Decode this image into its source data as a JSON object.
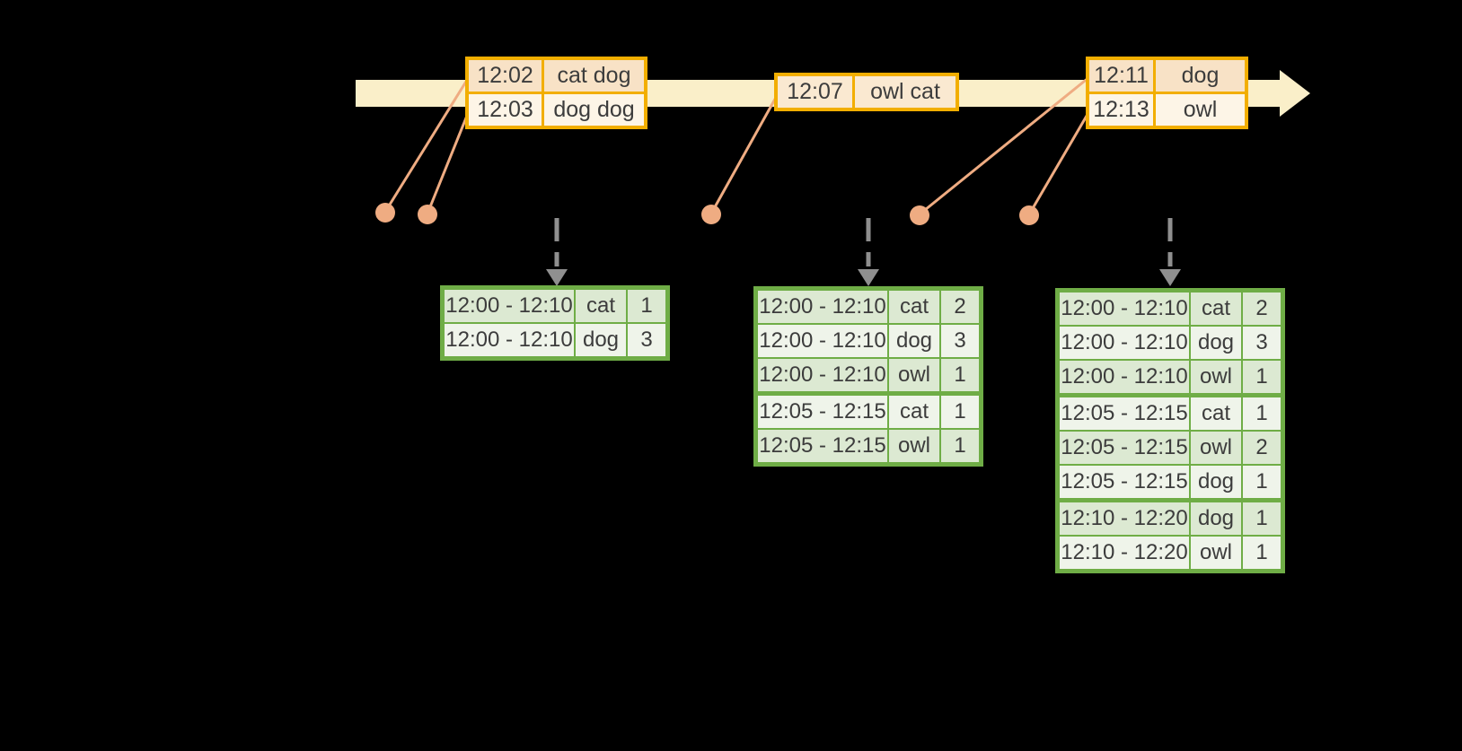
{
  "colors": {
    "background": "#000000",
    "timeline_band": "#faefc9",
    "event_table_border": "#f2ae00",
    "event_row_dark": "#f8e2c6",
    "event_row_light": "#fdf5e7",
    "event_row_single": "#fae9d1",
    "connector": "#efac82",
    "result_table_border": "#6fad46",
    "result_row_dark": "#dce9d2",
    "result_row_light": "#eff4ea",
    "dashed_arrow": "#8f8f8f",
    "text": "#3c3c3c"
  },
  "icons": {
    "timeline_arrow": "right-arrow",
    "drop_arrow": "dashed-down-arrow",
    "event_marker": "dot"
  },
  "event_tables": [
    {
      "rows": [
        {
          "time": "12:02",
          "words": "cat dog"
        },
        {
          "time": "12:03",
          "words": "dog dog"
        }
      ]
    },
    {
      "rows": [
        {
          "time": "12:07",
          "words": "owl cat"
        }
      ]
    },
    {
      "rows": [
        {
          "time": "12:11",
          "words": "dog"
        },
        {
          "time": "12:13",
          "words": "owl"
        }
      ]
    }
  ],
  "result_tables": [
    {
      "rows": [
        {
          "window": "12:00 - 12:10",
          "word": "cat",
          "count": "1"
        },
        {
          "window": "12:00 - 12:10",
          "word": "dog",
          "count": "3"
        }
      ]
    },
    {
      "rows": [
        {
          "window": "12:00 - 12:10",
          "word": "cat",
          "count": "2"
        },
        {
          "window": "12:00 - 12:10",
          "word": "dog",
          "count": "3"
        },
        {
          "window": "12:00 - 12:10",
          "word": "owl",
          "count": "1"
        },
        {
          "window": "12:05 - 12:15",
          "word": "cat",
          "count": "1",
          "sep": true
        },
        {
          "window": "12:05 - 12:15",
          "word": "owl",
          "count": "1"
        }
      ]
    },
    {
      "rows": [
        {
          "window": "12:00 - 12:10",
          "word": "cat",
          "count": "2"
        },
        {
          "window": "12:00 - 12:10",
          "word": "dog",
          "count": "3"
        },
        {
          "window": "12:00 - 12:10",
          "word": "owl",
          "count": "1"
        },
        {
          "window": "12:05 - 12:15",
          "word": "cat",
          "count": "1",
          "sep": true
        },
        {
          "window": "12:05 - 12:15",
          "word": "owl",
          "count": "2"
        },
        {
          "window": "12:05 - 12:15",
          "word": "dog",
          "count": "1"
        },
        {
          "window": "12:10 - 12:20",
          "word": "dog",
          "count": "1",
          "sep": true
        },
        {
          "window": "12:10 - 12:20",
          "word": "owl",
          "count": "1"
        }
      ]
    }
  ]
}
